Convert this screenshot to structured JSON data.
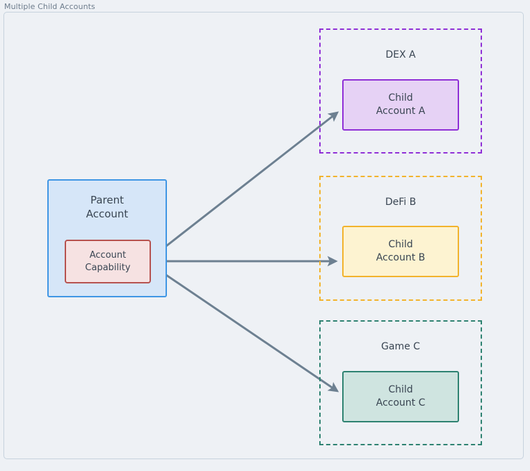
{
  "frame": {
    "title": "Multiple Child Accounts",
    "border_color": "#c6d2dd",
    "background": "#eef1f5"
  },
  "diagram": {
    "type": "flow-diagram",
    "parent": {
      "label_line1": "Parent",
      "label_line2": "Account",
      "fill": "#d6e6f8",
      "stroke": "#3f96e4",
      "capability": {
        "label_line1": "Account",
        "label_line2": "Capability",
        "fill": "#f6e2e2",
        "stroke": "#b6524f"
      }
    },
    "groups": [
      {
        "name": "dex-a",
        "label": "DEX A",
        "stroke": "#8f2fd6",
        "child": {
          "label_line1": "Child",
          "label_line2": "Account A",
          "fill": "#e6d2f5",
          "stroke": "#8f2fd6"
        }
      },
      {
        "name": "defi-b",
        "label": "DeFi B",
        "stroke": "#f2b32c",
        "child": {
          "label_line1": "Child",
          "label_line2": "Account B",
          "fill": "#fdf3d1",
          "stroke": "#f2b32c"
        }
      },
      {
        "name": "game-c",
        "label": "Game C",
        "stroke": "#2e8271",
        "child": {
          "label_line1": "Child",
          "label_line2": "Account C",
          "fill": "#cfe4e0",
          "stroke": "#2e8271"
        }
      }
    ],
    "connectors": {
      "color": "#6d8091",
      "width": 3,
      "count": 3,
      "source": "account-capability",
      "targets": [
        "child-account-a",
        "child-account-b",
        "child-account-c"
      ]
    }
  }
}
